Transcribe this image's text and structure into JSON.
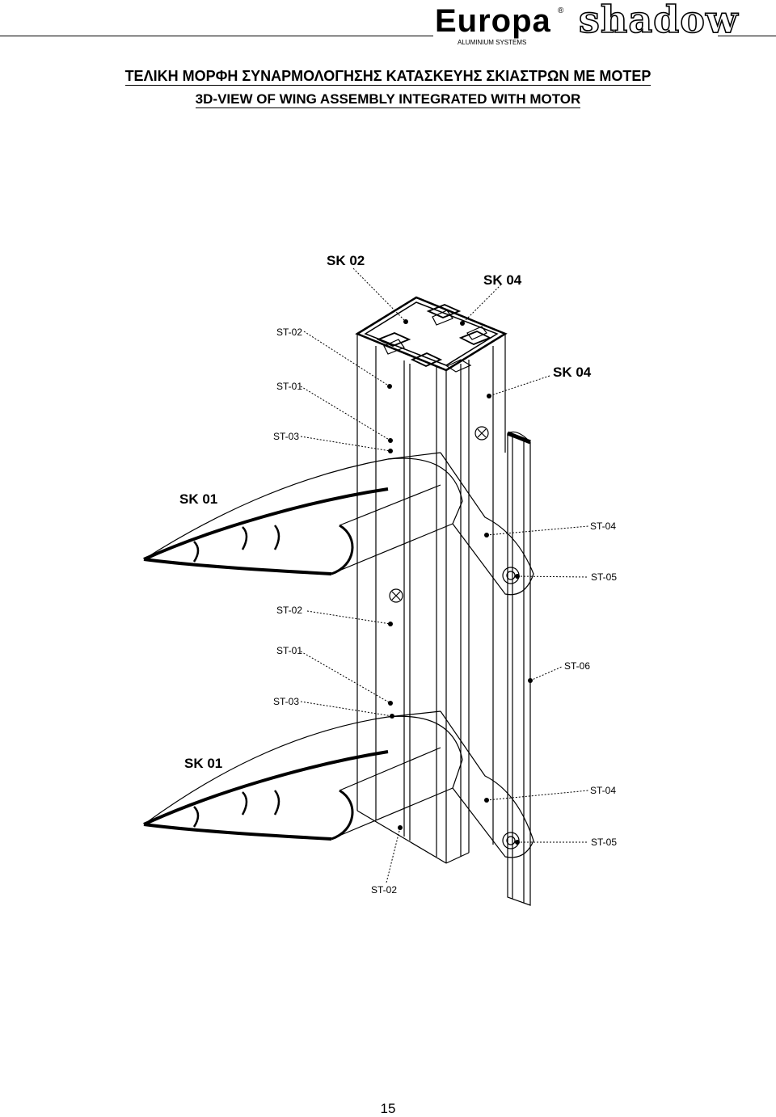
{
  "brand": {
    "logo_text": "Europa",
    "logo_subtitle": "ALUMINIUM SYSTEMS",
    "registered_mark": "®",
    "product_name": "shadow"
  },
  "titles": {
    "greek": "ΤΕΛΙΚΗ ΜΟΡΦΗ ΣΥΝΑΡΜΟΛΟΓΗΣΗΣ ΚΑΤΑΣΚΕΥΗΣ ΣΚΙΑΣΤΡΩΝ ΜΕ ΜΟΤΕΡ",
    "english": "3D-VIEW OF WING ASSEMBLY INTEGRATED WITH MOTOR"
  },
  "callouts": {
    "sk02": "SK 02",
    "sk04_top": "SK 04",
    "st02_a": "ST-02",
    "st01_a": "ST-01",
    "sk04_mid": "SK 04",
    "st03_a": "ST-03",
    "sk01_a": "SK 01",
    "st04_a": "ST-04",
    "st05_a": "ST-05",
    "st02_b": "ST-02",
    "st01_b": "ST-01",
    "st06": "ST-06",
    "st03_b": "ST-03",
    "sk01_b": "SK 01",
    "st04_b": "ST-04",
    "st05_b": "ST-05",
    "st02_c": "ST-02"
  },
  "page_number": "15"
}
